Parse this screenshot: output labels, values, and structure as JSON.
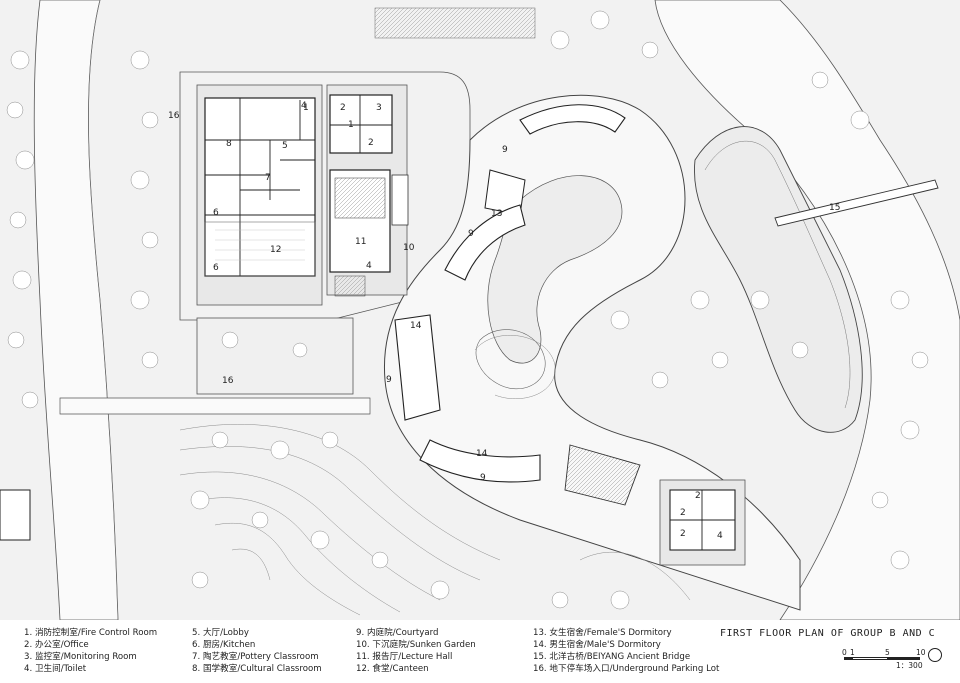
{
  "title": "FIRST FLOOR PLAN OF GROUP B AND C",
  "scale": {
    "ticks": [
      "0",
      "1",
      "5",
      "10"
    ],
    "ratio": "1：300"
  },
  "legend": [
    {
      "num": "1.",
      "zh": "消防控制室",
      "en": "/Fire Control Room"
    },
    {
      "num": "2.",
      "zh": "办公室",
      "en": "/Office"
    },
    {
      "num": "3.",
      "zh": "监控室",
      "en": "/Monitoring Room"
    },
    {
      "num": "4.",
      "zh": "卫生间",
      "en": "/Toilet"
    },
    {
      "num": "5.",
      "zh": "大厅",
      "en": "/Lobby"
    },
    {
      "num": "6.",
      "zh": "厨房",
      "en": "/Kitchen"
    },
    {
      "num": "7.",
      "zh": "陶艺教室",
      "en": "/Pottery Classroom"
    },
    {
      "num": "8.",
      "zh": "国学教室",
      "en": "/Cultural Classroom"
    },
    {
      "num": "9.",
      "zh": "内庭院",
      "en": "/Courtyard"
    },
    {
      "num": "10.",
      "zh": "下沉庭院",
      "en": "/Sunken Garden"
    },
    {
      "num": "11.",
      "zh": "报告厅",
      "en": "/Lecture Hall"
    },
    {
      "num": "12.",
      "zh": "食堂",
      "en": "/Canteen"
    },
    {
      "num": "13.",
      "zh": "女生宿舍",
      "en": "/Female'S  Dormitory"
    },
    {
      "num": "14.",
      "zh": "男生宿舍",
      "en": "/Male'S Dormitory"
    },
    {
      "num": "15.",
      "zh": "北洋古桥",
      "en": "/BEIYANG Ancient Bridge"
    },
    {
      "num": "16.",
      "zh": "地下停车场入口",
      "en": "/Underground Parking Lot"
    }
  ],
  "room_labels": [
    "16",
    "8",
    "5",
    "7",
    "6",
    "12",
    "6",
    "1",
    "2",
    "3",
    "1",
    "2",
    "11",
    "10",
    "4",
    "9",
    "13",
    "9",
    "14",
    "9",
    "16",
    "14",
    "9",
    "15",
    "2",
    "2",
    "2",
    "4",
    "4"
  ],
  "colors": {
    "line": "#444444",
    "fill": "#eeeeee",
    "bg": "#ffffff"
  }
}
